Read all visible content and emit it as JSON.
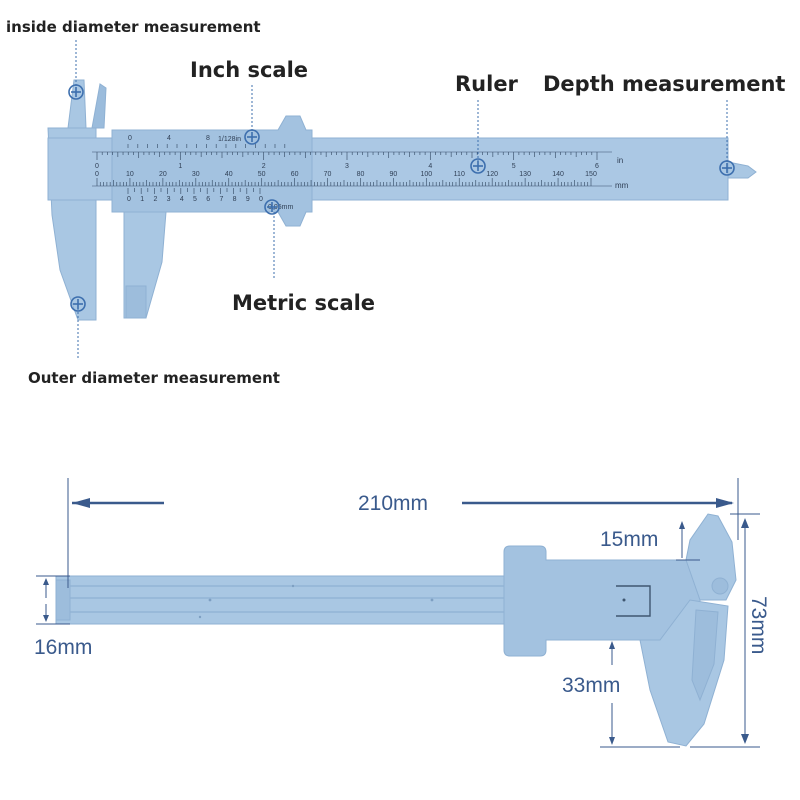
{
  "labels": {
    "inside_diameter": "inside diameter measurement",
    "inch_scale": "Inch scale",
    "ruler": "Ruler",
    "depth_measurement": "Depth measurement",
    "metric_scale": "Metric scale",
    "outer_diameter": "Outer diameter measurement"
  },
  "scale_text": {
    "inch_unit": "in",
    "mm_unit": "mm",
    "vernier_inch": "1/128in",
    "vernier_mm": "0.05mm",
    "inch_vernier_ticks": [
      "0",
      "4",
      "8"
    ],
    "inch_numbers": [
      "0",
      "1",
      "2",
      "3",
      "4",
      "5",
      "6"
    ],
    "mm_numbers": [
      "0",
      "10",
      "20",
      "30",
      "40",
      "50",
      "60",
      "70",
      "80",
      "90",
      "100",
      "110",
      "120",
      "130",
      "140",
      "150"
    ],
    "vernier_numbers": [
      "0",
      "1",
      "2",
      "3",
      "4",
      "5",
      "6",
      "7",
      "8",
      "9",
      "0"
    ]
  },
  "dimensions": {
    "length": "210mm",
    "jaw_top": "15mm",
    "height": "73mm",
    "thickness": "16mm",
    "jaw_bottom": "33mm"
  },
  "colors": {
    "caliper_body": "#a9c7e3",
    "caliper_dark": "#8fb1d3",
    "caliper_edge": "#7d9fc2",
    "marker": "#3d6fae",
    "dimension_line": "#3a5a8c",
    "label_text": "#222222"
  },
  "icons": [
    "crosshair-marker-icon"
  ]
}
